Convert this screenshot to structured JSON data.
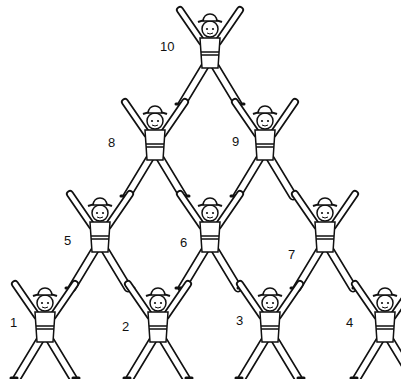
{
  "diagram": {
    "labels": [
      "10",
      "8",
      "9",
      "5",
      "6",
      "7",
      "1",
      "2",
      "3",
      "4"
    ]
  }
}
